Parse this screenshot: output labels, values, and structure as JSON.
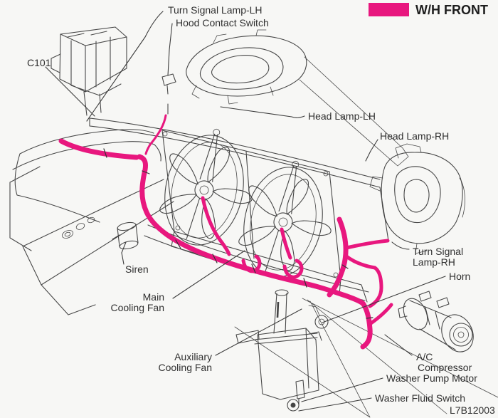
{
  "colors": {
    "harness": "#E8177E",
    "line_art": "#474747",
    "text": "#303030",
    "background": "#f7f7f5"
  },
  "legend": {
    "swatch": "wh-front-harness-color",
    "label": "W/H FRONT"
  },
  "diagram_code": "L7B12003",
  "callouts": {
    "c101": "C101",
    "turn_signal_lamp_lh": "Turn Signal Lamp-LH",
    "hood_contact_switch": "Hood Contact Switch",
    "head_lamp_lh": "Head Lamp-LH",
    "head_lamp_rh": "Head Lamp-RH",
    "turn_signal_lamp_rh_1": "Turn Signal",
    "turn_signal_lamp_rh_2": "Lamp-RH",
    "horn": "Horn",
    "siren": "Siren",
    "main_cooling_fan_1": "Main",
    "main_cooling_fan_2": "Cooling Fan",
    "auxiliary_cooling_fan_1": "Auxiliary",
    "auxiliary_cooling_fan_2": "Cooling Fan",
    "ac_compressor_1": "A/C",
    "ac_compressor_2": "Compressor",
    "washer_pump_motor": "Washer Pump Motor",
    "washer_fluid_switch": "Washer Fluid Switch"
  }
}
